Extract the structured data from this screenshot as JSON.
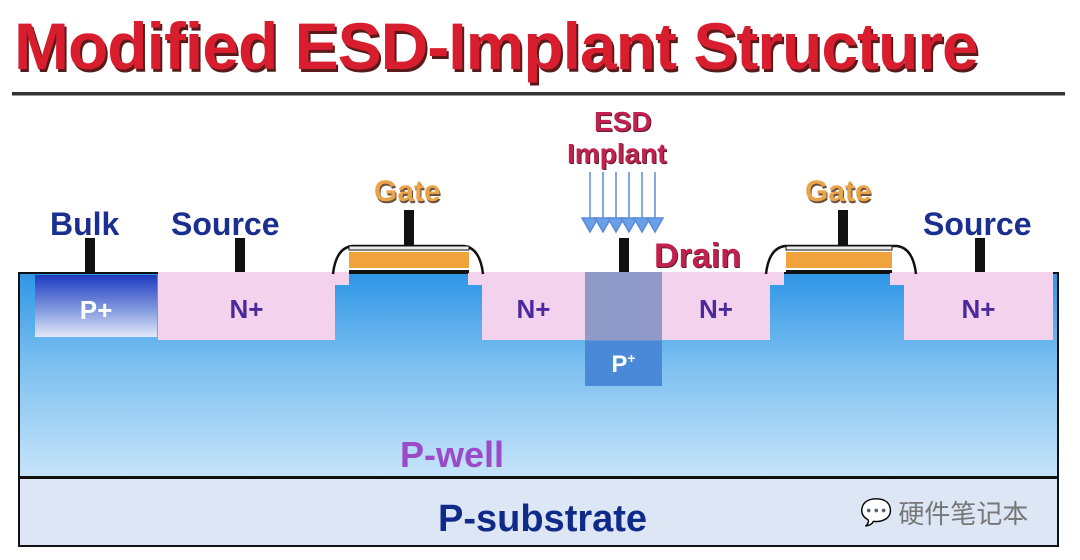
{
  "title": "Modified ESD-Implant Structure",
  "labels": {
    "bulk": "Bulk",
    "source_left": "Source",
    "gate_left": "Gate",
    "esd": "ESD",
    "implant": "Implant",
    "drain": "Drain",
    "gate_right": "Gate",
    "source_right": "Source",
    "p_well": "P-well",
    "p_substrate": "P-substrate"
  },
  "regions": {
    "bulk_p": "P+",
    "source_n": "N+",
    "mid_n": "N+",
    "esd_p": "P",
    "esd_p_sup": "+",
    "drain_n": "N+",
    "source_right_n": "N+"
  },
  "watermark": "硬件笔记本",
  "colors": {
    "title": "#d81e2e",
    "n_plus": "#f3d2ee",
    "gate": "#e9a449"
  }
}
